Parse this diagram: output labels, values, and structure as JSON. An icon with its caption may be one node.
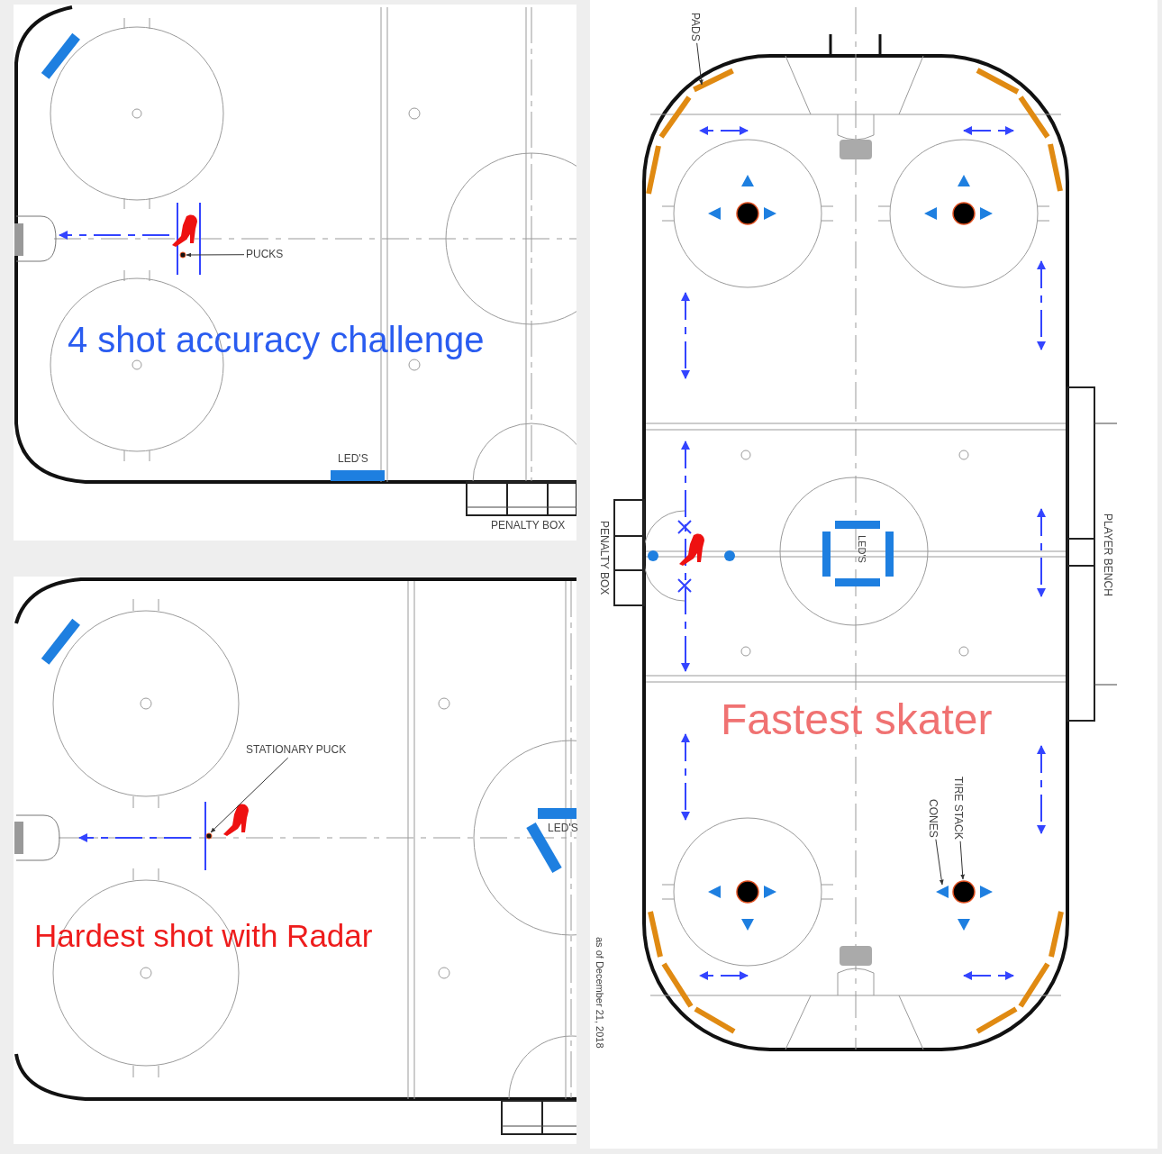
{
  "diagram": {
    "nodes": [
      {
        "text": [
          "PUCKS"
        ]
      },
      {
        "text": [],
        "shape": "circle"
      },
      {
        "text": [
          "STATIONARY PUCK"
        ]
      },
      {
        "text": [],
        "shape": "circle"
      },
      {
        "text": [
          "PADS"
        ]
      },
      {
        "text": [],
        "shape": "bar"
      },
      {
        "text": [
          "CONES"
        ]
      },
      {
        "text": [],
        "shape": "triangle"
      },
      {
        "text": [
          "TIRE STACK"
        ]
      },
      {
        "text": [],
        "shape": "circle"
      }
    ],
    "edges": [
      {
        "from": 0,
        "to": 1,
        "arrow": "to"
      },
      {
        "from": 2,
        "to": 3,
        "arrow": "to"
      },
      {
        "from": 4,
        "to": 5,
        "arrow": "to"
      },
      {
        "from": 6,
        "to": 7,
        "arrow": "to"
      },
      {
        "from": 8,
        "to": 9,
        "arrow": "to"
      }
    ],
    "labels": [
      "4 shot accuracy challenge",
      "LED'S",
      "PENALTY BOX",
      "Hardest shot with Radar",
      "LED'S",
      "PENALTY BOX",
      "LED'S",
      "PLAYER BENCH",
      "Fastest skater",
      "as of December 21, 2018"
    ]
  }
}
